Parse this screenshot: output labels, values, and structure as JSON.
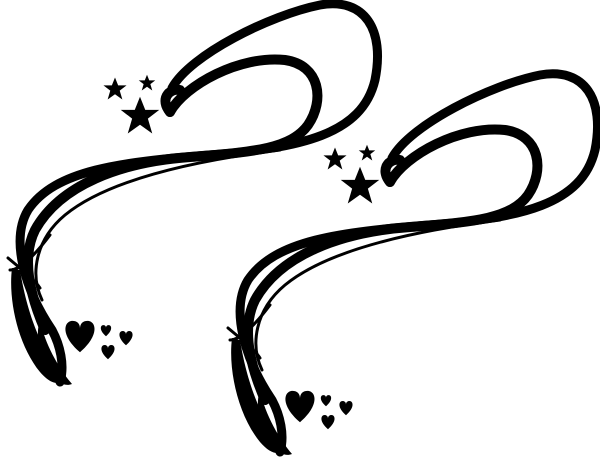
{
  "image": {
    "background": "#ffffff",
    "ink": "#000000",
    "motif_count": 2,
    "motifs": [
      {
        "stars": 3,
        "hearts": 4
      },
      {
        "stars": 3,
        "hearts": 4
      }
    ]
  }
}
